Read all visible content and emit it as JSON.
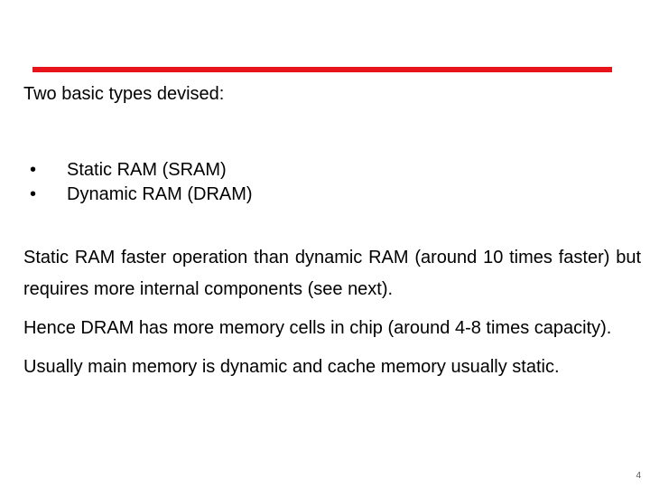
{
  "slide": {
    "intro": "Two basic types devised:",
    "bullets": [
      "Static RAM (SRAM)",
      "Dynamic RAM (DRAM)"
    ],
    "bullet_symbol": "•",
    "paragraphs": [
      "Static RAM faster operation than dynamic RAM (around 10 times faster) but requires more internal components (see next).",
      "Hence DRAM has more memory cells in chip (around 4-8 times capacity).",
      "Usually main memory is dynamic and cache memory usually static."
    ],
    "page_number": "4"
  },
  "colors": {
    "accent_rule": "#e8141b"
  }
}
